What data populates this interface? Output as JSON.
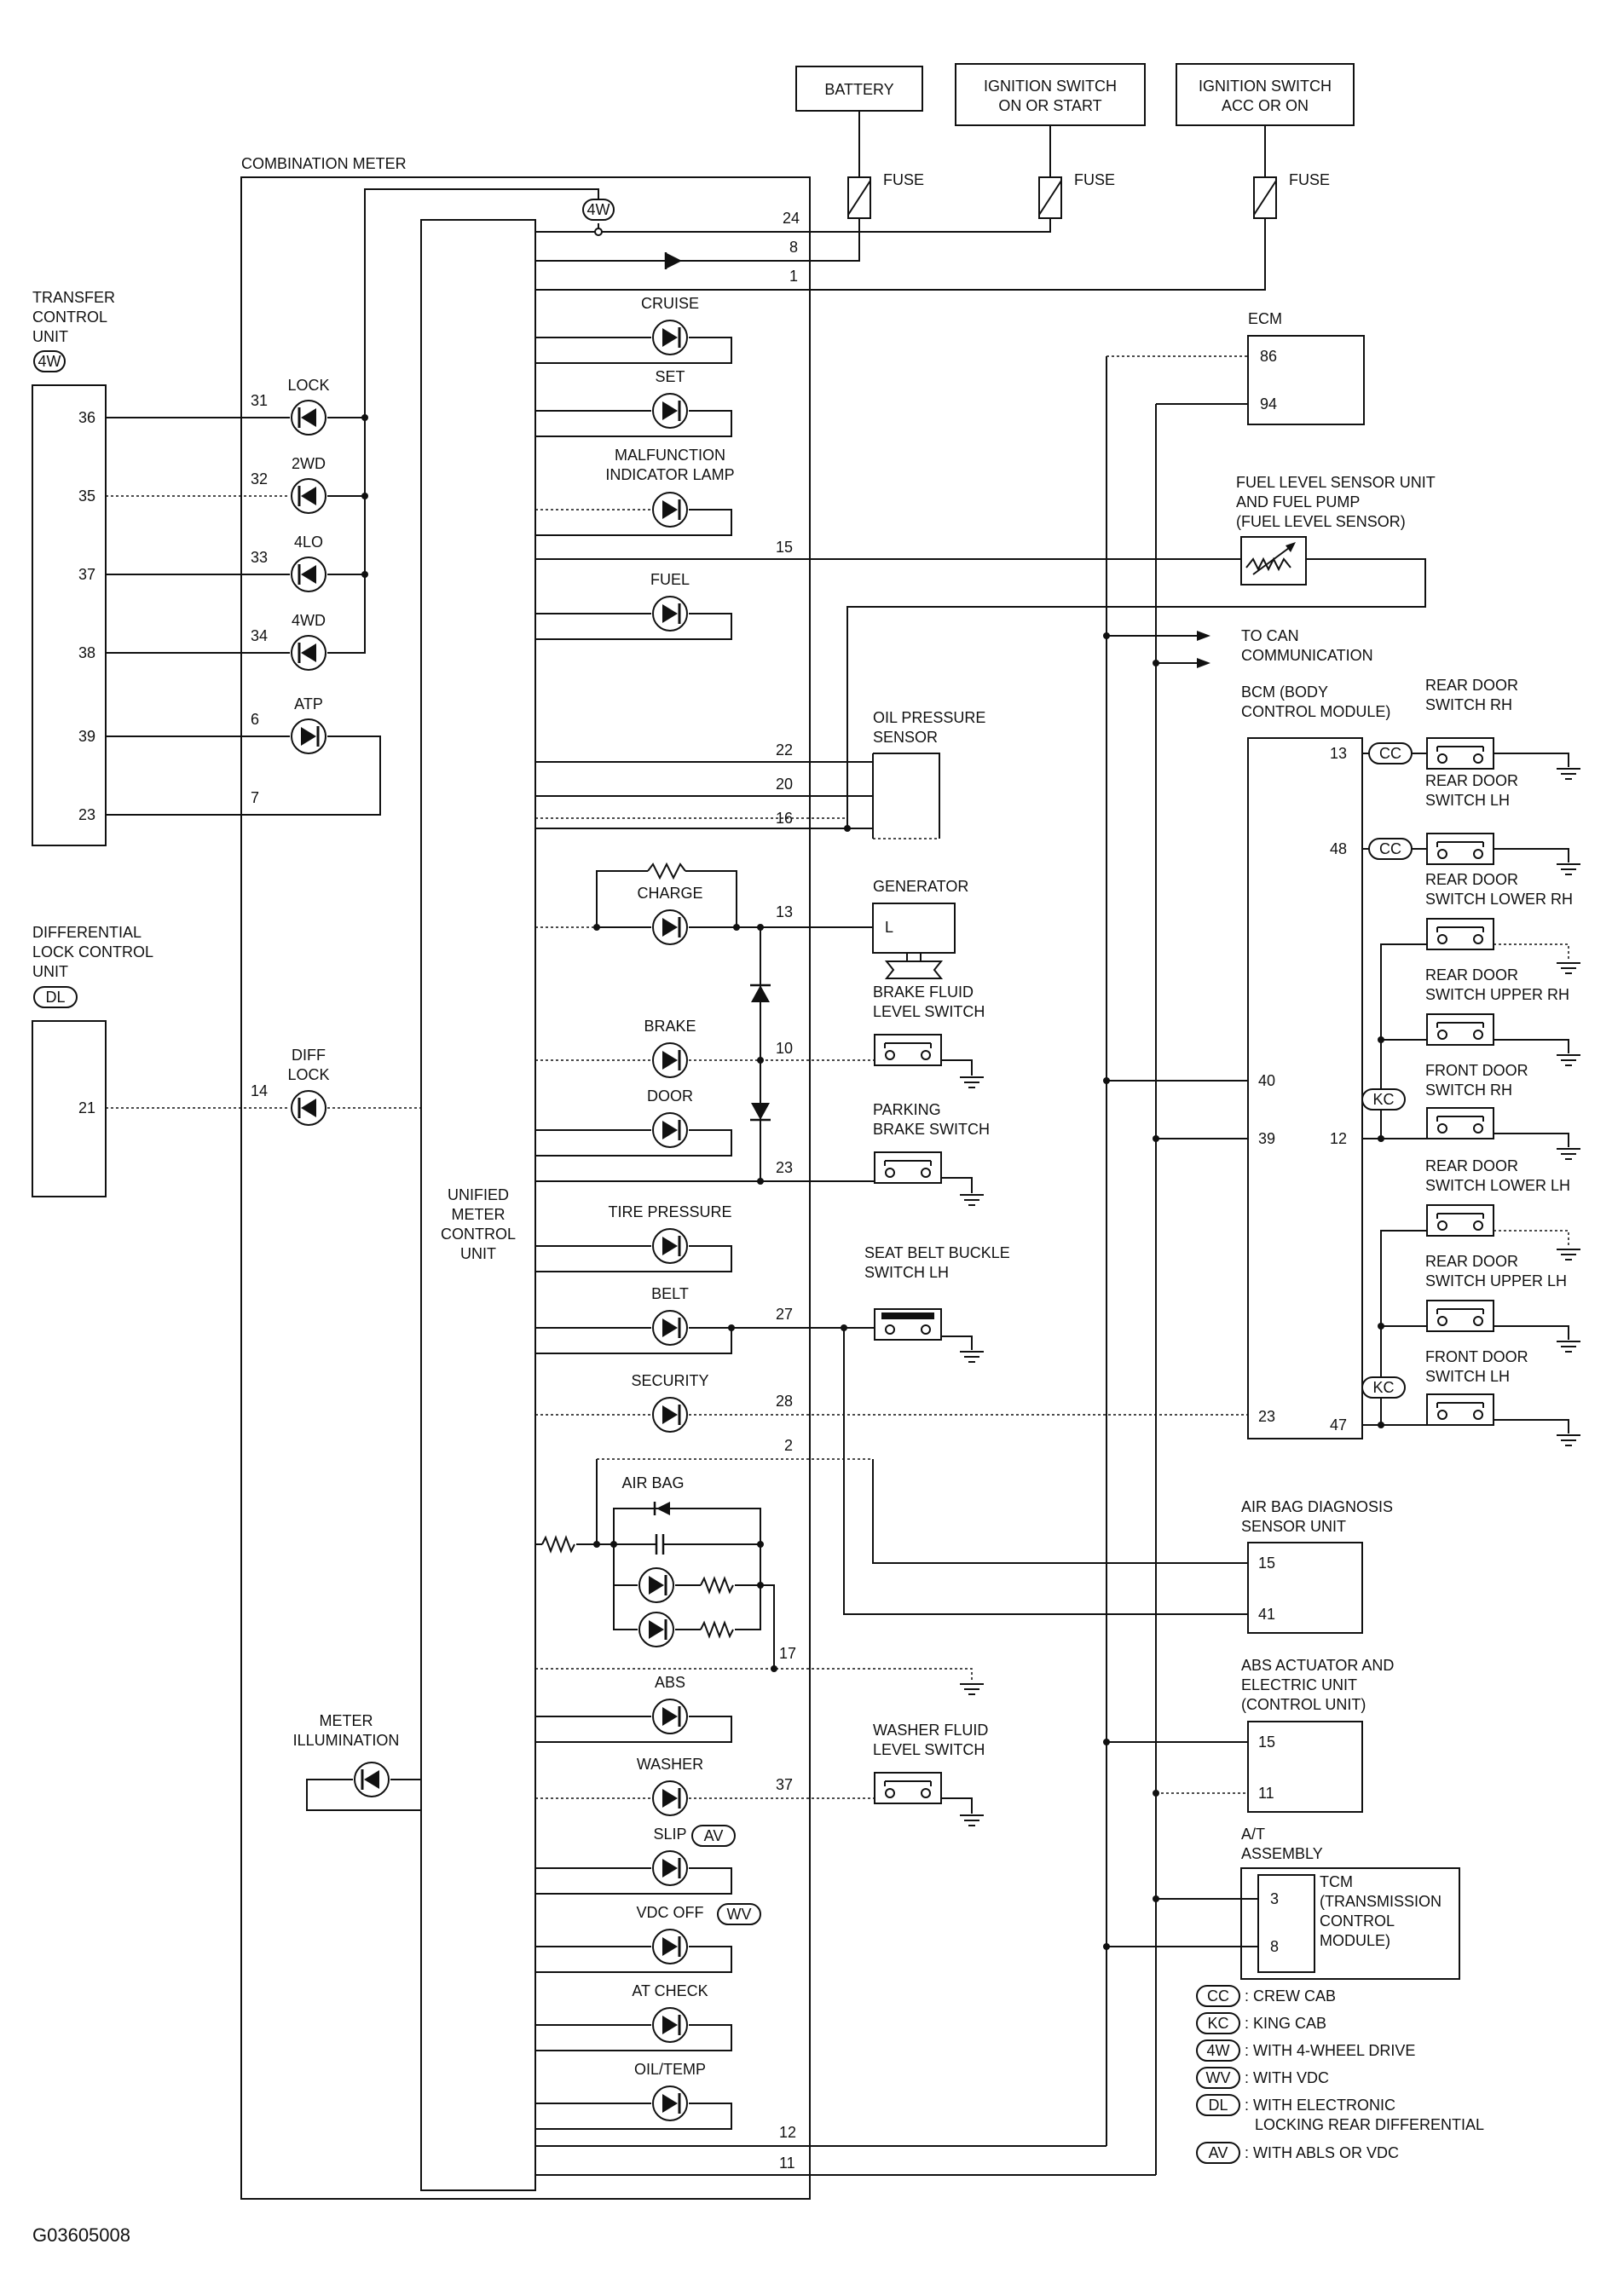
{
  "power": {
    "battery": "BATTERY",
    "ign_on_1": "IGNITION SWITCH",
    "ign_on_2": "ON OR START",
    "ign_acc_1": "IGNITION SWITCH",
    "ign_acc_2": "ACC OR ON",
    "fuse": "FUSE"
  },
  "combination_meter": {
    "title": "COMBINATION METER",
    "umcu": [
      "UNIFIED",
      "METER",
      "CONTROL",
      "UNIT"
    ],
    "meter_illum": [
      "METER",
      "ILLUMINATION"
    ],
    "pins_top": [
      "24",
      "8",
      "1"
    ],
    "pin_15": "15",
    "pin_22": "22",
    "pin_20": "20",
    "pin_16": "16",
    "pin_13": "13",
    "pin_10": "10",
    "pin_23": "23",
    "pin_27": "27",
    "pin_28": "28",
    "pin_2": "2",
    "pin_17": "17",
    "pin_37": "37",
    "pin_12": "12",
    "pin_11": "11"
  },
  "indicators": {
    "cruise": "CRUISE",
    "set": "SET",
    "mil_1": "MALFUNCTION",
    "mil_2": "INDICATOR LAMP",
    "fuel": "FUEL",
    "charge": "CHARGE",
    "brake": "BRAKE",
    "door": "DOOR",
    "tire": "TIRE PRESSURE",
    "belt": "BELT",
    "security": "SECURITY",
    "airbag": "AIR BAG",
    "abs": "ABS",
    "washer": "WASHER",
    "slip": "SLIP",
    "vdc_off": "VDC OFF",
    "at_check": "AT CHECK",
    "oil_temp": "OIL/TEMP",
    "lock": "LOCK",
    "twowd": "2WD",
    "fourlo": "4LO",
    "fourwd": "4WD",
    "atp": "ATP",
    "diff_1": "DIFF",
    "diff_2": "LOCK"
  },
  "tags": {
    "fourw": "4W",
    "dl": "DL",
    "av": "AV",
    "wv": "WV",
    "cc": "CC",
    "kc": "KC"
  },
  "transfer": {
    "name_1": "TRANSFER",
    "name_2": "CONTROL",
    "name_3": "UNIT",
    "pins": [
      "36",
      "35",
      "37",
      "38",
      "39",
      "23"
    ],
    "meter_pins": [
      "31",
      "32",
      "33",
      "34",
      "6",
      "7"
    ]
  },
  "diff_unit": {
    "name_1": "DIFFERENTIAL",
    "name_2": "LOCK CONTROL",
    "name_3": "UNIT",
    "pin": "21",
    "meter_pin": "14"
  },
  "ecm": {
    "name": "ECM",
    "pins": [
      "86",
      "94"
    ]
  },
  "fuel_sensor": {
    "name_1": "FUEL LEVEL SENSOR UNIT",
    "name_2": "AND FUEL PUMP",
    "name_3": "(FUEL LEVEL SENSOR)"
  },
  "can": {
    "line_1": "TO CAN",
    "line_2": "COMMUNICATION"
  },
  "oil_sensor": {
    "name_1": "OIL PRESSURE",
    "name_2": "SENSOR"
  },
  "generator": {
    "name": "GENERATOR",
    "pin": "L"
  },
  "brake_fluid": {
    "name_1": "BRAKE FLUID",
    "name_2": "LEVEL SWITCH"
  },
  "parking": {
    "name_1": "PARKING",
    "name_2": "BRAKE SWITCH"
  },
  "seatbelt": {
    "name_1": "SEAT BELT BUCKLE",
    "name_2": "SWITCH LH"
  },
  "washer_switch": {
    "name_1": "WASHER FLUID",
    "name_2": "LEVEL SWITCH"
  },
  "bcm": {
    "name_1": "BCM (BODY",
    "name_2": "CONTROL MODULE)",
    "pins_right": [
      "13",
      "48",
      "12",
      "47"
    ],
    "pins_left": [
      "40",
      "39",
      "23"
    ]
  },
  "door_switches": {
    "rd_rh_1": "REAR DOOR",
    "rd_rh_2": "SWITCH RH",
    "rd_lh_1": "REAR DOOR",
    "rd_lh_2": "SWITCH LH",
    "rd_lrh_1": "REAR DOOR",
    "rd_lrh_2": "SWITCH LOWER RH",
    "rd_urh_1": "REAR DOOR",
    "rd_urh_2": "SWITCH UPPER RH",
    "fd_rh_1": "FRONT DOOR",
    "fd_rh_2": "SWITCH RH",
    "rd_llh_1": "REAR DOOR",
    "rd_llh_2": "SWITCH LOWER LH",
    "rd_ulh_1": "REAR DOOR",
    "rd_ulh_2": "SWITCH UPPER LH",
    "fd_lh_1": "FRONT DOOR",
    "fd_lh_2": "SWITCH LH"
  },
  "airbag_unit": {
    "name_1": "AIR BAG DIAGNOSIS",
    "name_2": "SENSOR UNIT",
    "pins": [
      "15",
      "41"
    ]
  },
  "abs_unit": {
    "name_1": "ABS ACTUATOR AND",
    "name_2": "ELECTRIC UNIT",
    "name_3": "(CONTROL UNIT)",
    "pins": [
      "15",
      "11"
    ]
  },
  "at_assembly": {
    "name_1": "A/T",
    "name_2": "ASSEMBLY",
    "tcm_1": "TCM",
    "tcm_2": "(TRANSMISSION",
    "tcm_3": "CONTROL",
    "tcm_4": "MODULE)",
    "pins": [
      "3",
      "8"
    ]
  },
  "legend": [
    {
      "tag": "CC",
      "text": ": CREW CAB"
    },
    {
      "tag": "KC",
      "text": ": KING CAB"
    },
    {
      "tag": "4W",
      "text": ": WITH 4-WHEEL DRIVE"
    },
    {
      "tag": "WV",
      "text": ": WITH VDC"
    },
    {
      "tag": "DL",
      "text": ": WITH ELECTRONIC",
      "text2": "LOCKING REAR DIFFERENTIAL"
    },
    {
      "tag": "AV",
      "text": ": WITH ABLS OR VDC"
    }
  ],
  "figure_code": "G03605008"
}
